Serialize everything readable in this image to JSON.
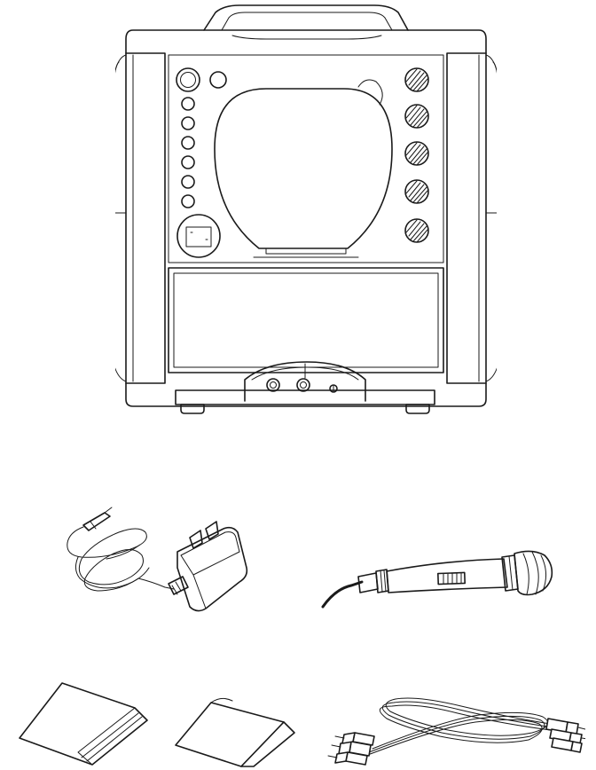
{
  "page": {
    "background": "#ffffff",
    "line_color": "#1a1a1a"
  },
  "items": [
    {
      "id": "karaoke-machine",
      "icon": "karaoke-machine-icon"
    },
    {
      "id": "ac-adapter",
      "icon": "power-adapter-icon"
    },
    {
      "id": "microphone",
      "icon": "microphone-icon"
    },
    {
      "id": "instruction-manual",
      "icon": "manual-booklet-icon"
    },
    {
      "id": "warranty-card",
      "icon": "folded-sheet-icon"
    },
    {
      "id": "av-cable",
      "icon": "rca-cable-icon"
    }
  ]
}
